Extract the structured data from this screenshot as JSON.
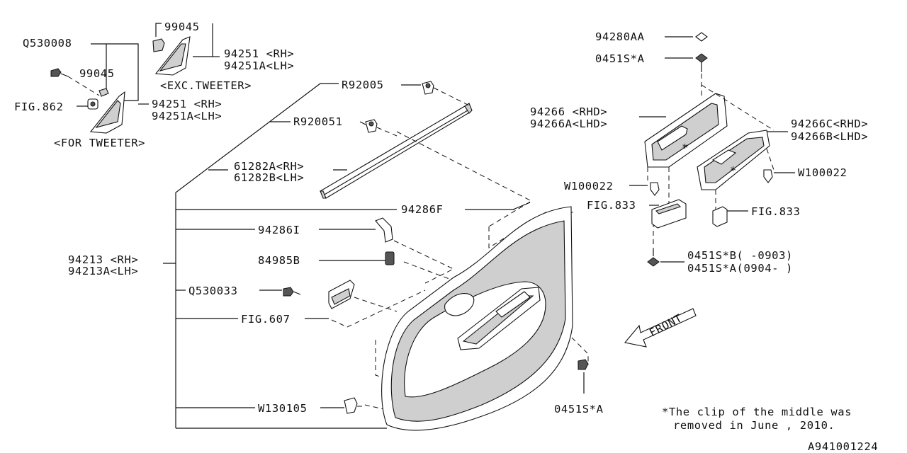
{
  "labels": {
    "q530008": "Q530008",
    "p99045_top": "99045",
    "p94251_rh_exc": "94251 <RH>",
    "p94251a_lh_exc": "94251A<LH>",
    "exc_tweeter": "<EXC.TWEETER>",
    "p99045_mid": "99045",
    "fig862": "FIG.862",
    "p94251_rh_for": "94251 <RH>",
    "p94251a_lh_for": "94251A<LH>",
    "for_tweeter": "<FOR TWEETER>",
    "r92005": "R92005",
    "r920051": "R920051",
    "p61282a": "61282A<RH>",
    "p61282b": "61282B<LH>",
    "p94286f": "94286F",
    "p94286i": "94286I",
    "p94213_rh": "94213 <RH>",
    "p94213a_lh": "94213A<LH>",
    "p84985b": "84985B",
    "q530033": "Q530033",
    "fig607": "FIG.607",
    "w130105": "W130105",
    "screw_bottom": "0451S*A",
    "p94280aa": "94280AA",
    "screw_top": "0451S*A",
    "p94266_rhd": "94266 <RHD>",
    "p94266a_lhd": "94266A<LHD>",
    "p94266c_rhd": "94266C<RHD>",
    "p94266b_lhd": "94266B<LHD>",
    "w100022_left": "W100022",
    "w100022_right": "W100022",
    "fig833_left": "FIG.833",
    "fig833_right": "FIG.833",
    "screw_b": "0451S*B( -0903)",
    "screw_a": "0451S*A(0904- )",
    "front": "FRONT",
    "note_line1": "*The clip of the middle was",
    "note_line2": "removed in June , 2010.",
    "drawing_id": "A941001224",
    "note_mark": "*"
  }
}
